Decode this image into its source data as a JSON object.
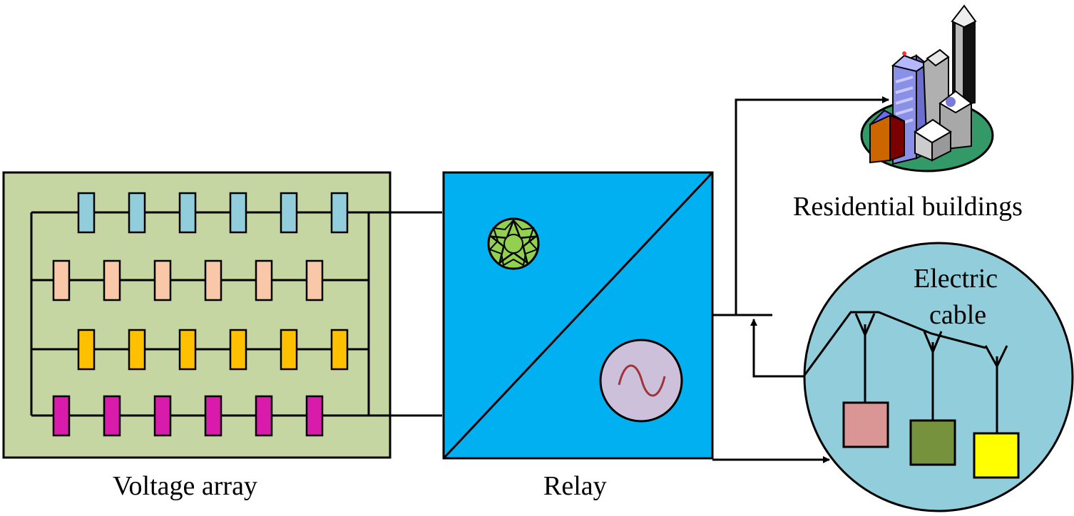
{
  "labels": {
    "voltage_array": "Voltage array",
    "relay": "Relay",
    "residential": "Residential buildings",
    "cable_line1": "Electric",
    "cable_line2": "cable"
  },
  "colors": {
    "array_bg": "#c5d6a2",
    "row1": "#92cddc",
    "row2": "#f8c8a8",
    "row3": "#ffc000",
    "row4": "#d81bab",
    "relay_bg": "#00b0f0",
    "cable_circle": "#92cddc",
    "box_pink": "#d99694",
    "box_green": "#76923c",
    "box_yellow": "#ffff00",
    "sun_green": "#92d050",
    "ac_circle": "#ccc0da",
    "ac_wave": "#a0343c"
  }
}
